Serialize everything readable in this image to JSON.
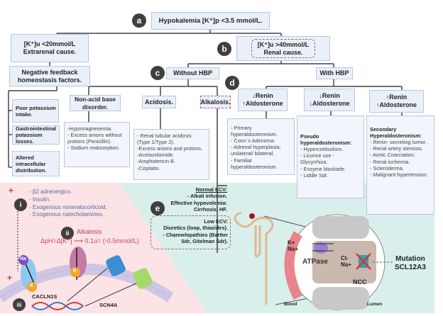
{
  "labels": {
    "a": "a",
    "b": "b",
    "c": "c",
    "d": "d",
    "e": "e",
    "i": "i",
    "ii": "ii",
    "iii": "iii"
  },
  "root": "Hypokalemia [K⁺]p <3.5 mmol/L.",
  "extrarenal": {
    "line1": "[K⁺]u <20mmol/L",
    "line2": "Extrarenal cause."
  },
  "feedback": {
    "line1": "Negative feedback",
    "line2": "homeostasis factors."
  },
  "extrarenal_items": [
    "Poor potassium intake.",
    "Gastrointestinal potassium losses.",
    "Altered intracellular distribution."
  ],
  "renal": {
    "line1": "[K⁺]u >40mmol/L",
    "line2": "Renal cause."
  },
  "without_hbp": "Without  HBP",
  "with_hbp": "With HBP",
  "non_acid": {
    "title": "Non-acid base disorder.",
    "details": [
      "-Hypomagnesemia.",
      "- Excess anions without protons (Penicillin).",
      "- Sodium reabsorption."
    ]
  },
  "acidosis": {
    "title": "Acidosis.",
    "details": [
      "- Renal tubular acidosis: (Type 1/Type 2).",
      "-Excess anions and protons.",
      "-Acetazolamide.",
      "-Amphotericin B.",
      "-Cisplatin."
    ]
  },
  "alkalosis": {
    "title": "Alkalosis."
  },
  "hbp_groups": [
    {
      "l1": "↓Renin",
      "l2": "↑Aldosterone",
      "heading": "",
      "details": [
        "- Primary hyperaldosteronism.",
        "- Conn´s Adenoma.",
        "- Adrenal hyperplasia: unilateral/ bilateral.",
        "- Familial hyperaldosteronism."
      ]
    },
    {
      "l1": "↓Renin",
      "l2": "↓Aldosterone",
      "heading": "Pseudo hyperaldosteronism:",
      "details": [
        "- Hypercortisolism.",
        "- Licorice use - Glycyrrhiza.",
        "-  Enzyme blockade.",
        "- Liddle Sdr."
      ]
    },
    {
      "l1": "↑Renin",
      "l2": "↑Aldosterone",
      "heading": "Secondary Hyperaldosteronism:",
      "details": [
        "- Renin- secreting tumor.",
        "- Renal artery stenosis.",
        "- Aortic Coarctation.",
        "- Renal ischemia.",
        "- Scleroderma.",
        "- Malignant hypertension."
      ]
    }
  ],
  "ecv": {
    "normal_head": "Normal ECV:",
    "normal_item": "- Alkali infusion.",
    "eff_head": "Effective hypovolemia:",
    "eff_item": "Cirrhosis, HF.",
    "low_head": "Low ECV:",
    "low_items": [
      "Diuretics (loop, thiazides).",
      "- Channelopathies (Bartter Sdr, Gitelman Sdr)."
    ]
  },
  "redistribution": [
    "- β2 adrenergics.",
    "- Insulin.",
    "- Exogenous mineralocorticoid.",
    "- Exogenous catecholamines."
  ],
  "alkalosis_note": {
    "title": "Alkalosis",
    "formula": "ΔpH=Δ[K⁺] ⟶ 0.1u= (-0.5mmol/L)"
  },
  "cell": {
    "na": "Na",
    "k": "K",
    "k2": "K",
    "plus1": "+",
    "plus2": "+"
  },
  "genes": {
    "g1": "CACLN1S",
    "g2": "SCN4A"
  },
  "tubule": {
    "k": "K+",
    "na": "Na+",
    "atpase": "ATPase",
    "cl": "Cl-",
    "na2": "Na+",
    "ncc": "NCC",
    "blood": "Blood",
    "lumen": "Lumen",
    "mutation1": "Mutation",
    "mutation2": "SCL12A3"
  },
  "colors": {
    "box_fill": "#eaf0f9",
    "box_border": "#b7c6de",
    "pink_bg": "#fbe3e6",
    "teal_bg": "#d9efeb",
    "dashed_red": "#b05a70",
    "text_blue": "#5a6aa0",
    "text_red": "#c0455a"
  }
}
